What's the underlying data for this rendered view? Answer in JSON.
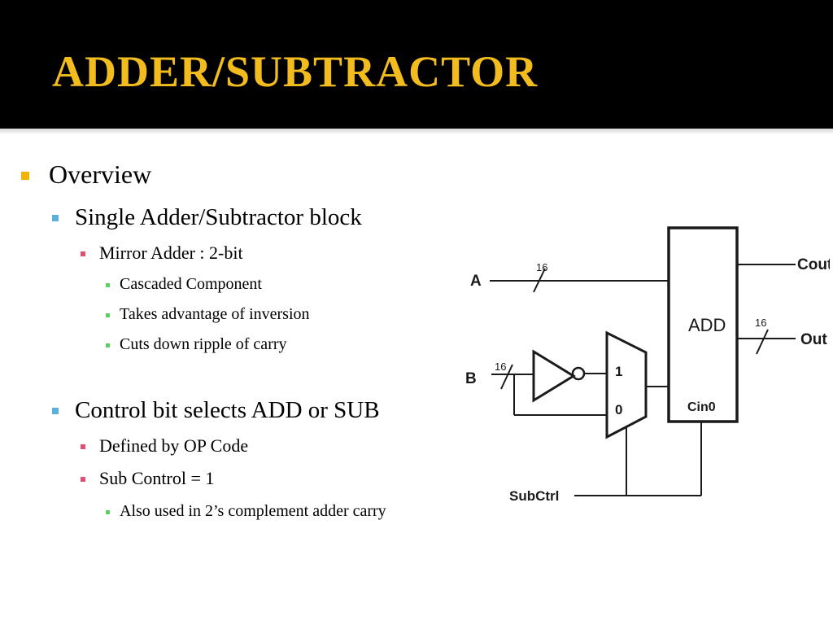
{
  "slide": {
    "title": "ADDER/SUBTRACTOR",
    "bullets": {
      "overview": "Overview",
      "single_block": "Single Adder/Subtractor block",
      "mirror_adder": "Mirror Adder : 2-bit",
      "cascaded": "Cascaded Component",
      "inversion": "Takes advantage of inversion",
      "ripple": "Cuts down ripple of carry",
      "control_bit": "Control bit selects ADD or SUB",
      "op_code": "Defined by OP Code",
      "sub_control": "Sub Control = 1",
      "twos_complement": "Also used in 2’s complement adder carry"
    }
  },
  "diagram": {
    "input_a": "A",
    "input_b": "B",
    "bus_width_a": "16",
    "bus_width_b": "16",
    "bus_width_out": "16",
    "adder_label": "ADD",
    "carry_in_label": "Cin0",
    "carry_out_label": "Cout",
    "output_label": "Out",
    "mux_input_1": "1",
    "mux_input_0": "0",
    "subctrl_label": "SubCtrl"
  },
  "colors": {
    "title_bar": "#000000",
    "title_text": "#f2bc1f",
    "bullet_level1": "#f2b300",
    "bullet_level2": "#5ab0d8",
    "bullet_level3": "#e05070",
    "bullet_level4": "#5fcf5f"
  }
}
